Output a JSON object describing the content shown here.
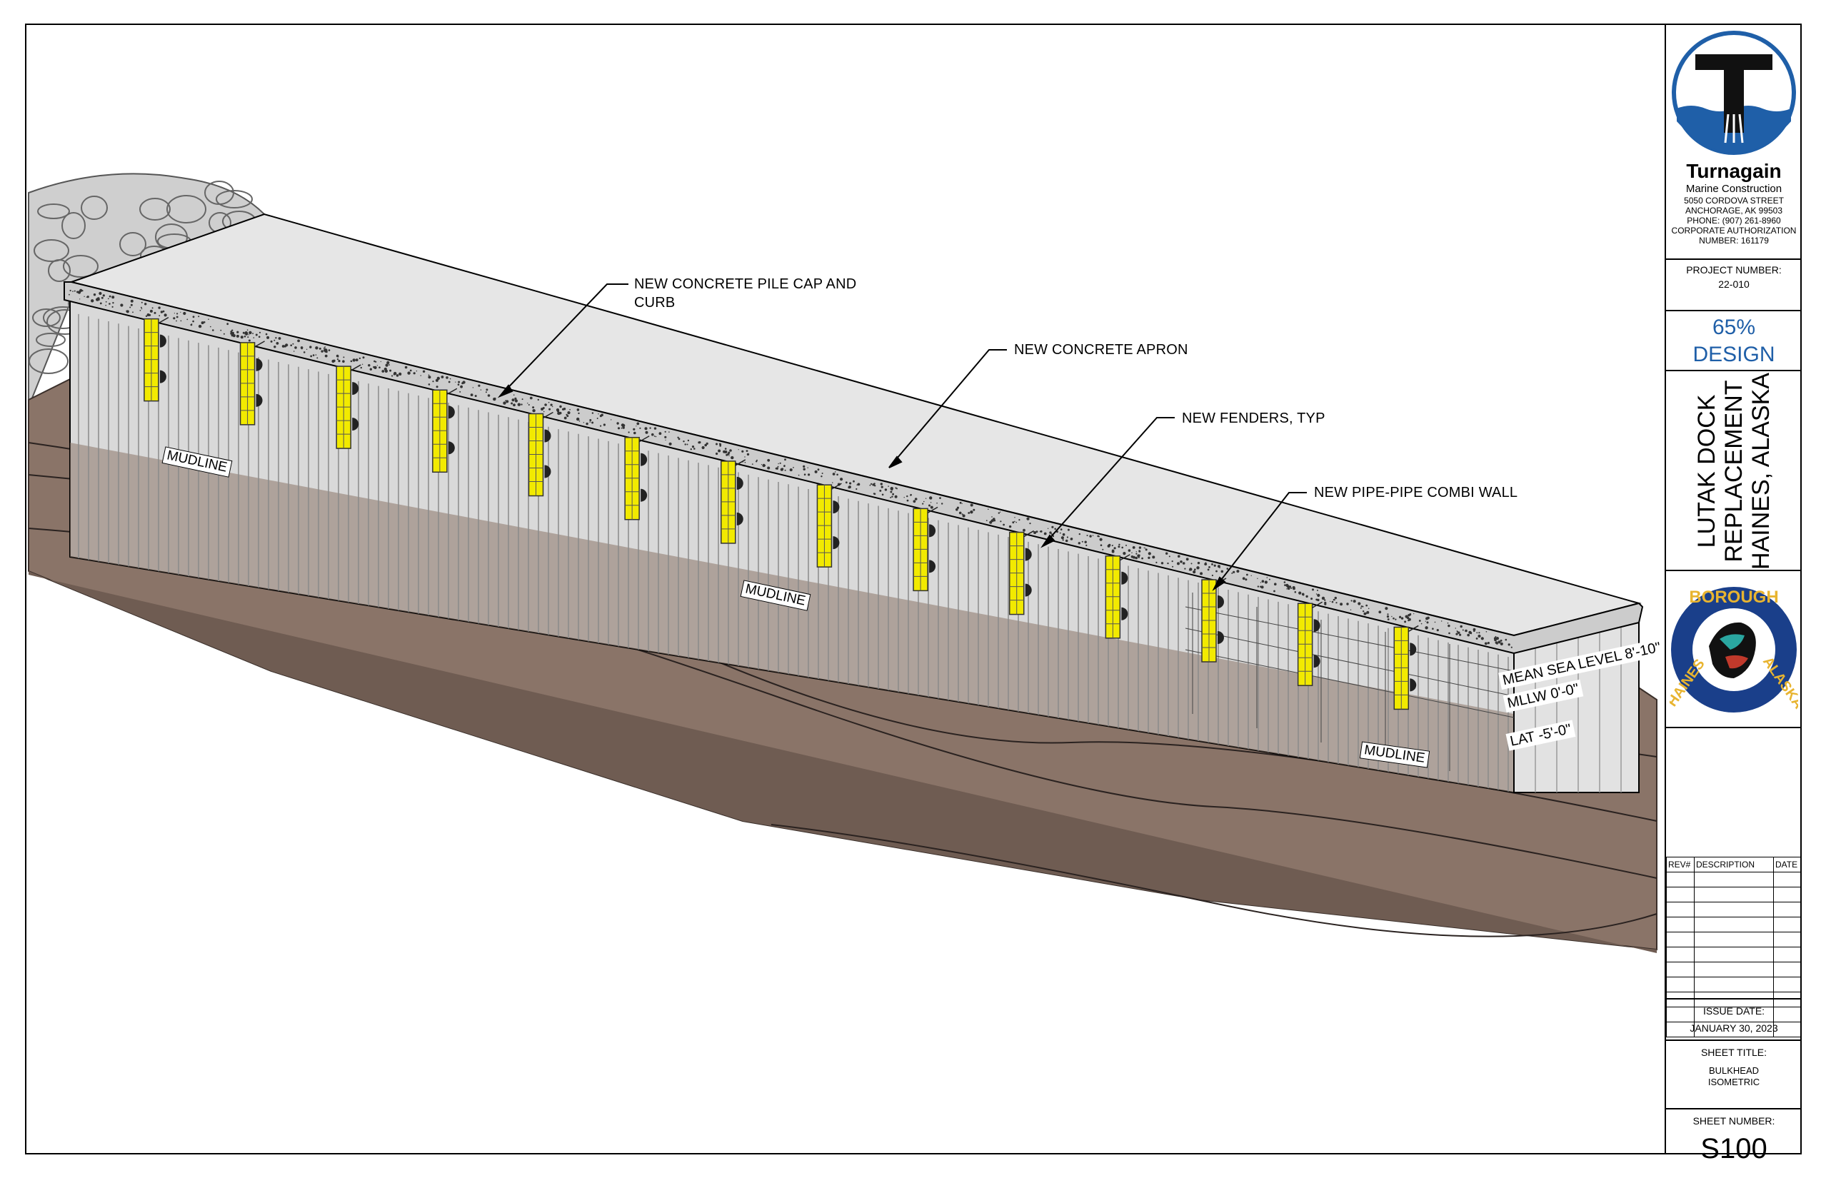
{
  "callouts": {
    "pile_cap": [
      "NEW CONCRETE PILE CAP AND",
      "CURB"
    ],
    "apron": "NEW CONCRETE APRON",
    "fenders": "NEW FENDERS, TYP",
    "combi_wall": "NEW PIPE-PIPE COMBI WALL"
  },
  "mudline_labels": [
    "MUDLINE",
    "MUDLINE",
    "MUDLINE"
  ],
  "levels": {
    "msl": "MEAN SEA LEVEL 8'-10\"",
    "mllw": "MLLW 0'-0\"",
    "lat": "LAT -5'-0\""
  },
  "company": {
    "logo_letter": "T",
    "name": "Turnagain",
    "subtitle": "Marine Construction",
    "address_lines": [
      "5050 CORDOVA STREET",
      "ANCHORAGE, AK 99503",
      "PHONE: (907) 261-8960",
      "CORPORATE AUTHORIZATION",
      "NUMBER: 161179"
    ]
  },
  "project": {
    "number_label": "PROJECT NUMBER:",
    "number": "22-010",
    "design_lines": [
      "65%",
      "DESIGN"
    ],
    "title_lines": [
      "LUTAK DOCK",
      "REPLACEMENT",
      "HAINES, ALASKA"
    ]
  },
  "seal": {
    "text_top": "BOROUGH",
    "text_left": "HAINES",
    "text_right": "ALASKA"
  },
  "revisions": {
    "headers": [
      "REV#",
      "DESCRIPTION",
      "DATE"
    ]
  },
  "issue": {
    "label": "ISSUE DATE:",
    "date": "JANUARY 30, 2023"
  },
  "sheet_title": {
    "label": "SHEET TITLE:",
    "lines": [
      "BULKHEAD",
      "ISOMETRIC"
    ]
  },
  "sheet_number": {
    "label": "SHEET NUMBER:",
    "value": "S100"
  },
  "colors": {
    "soil": "#8a7468",
    "wall": "#d9d9d9",
    "fender": "#f2ea00",
    "apron": "#e6e6e6",
    "design_blue": "#1f5fa8",
    "seal_blue": "#1a3f8a",
    "seal_gold": "#e8b430"
  },
  "fender_count": 14
}
